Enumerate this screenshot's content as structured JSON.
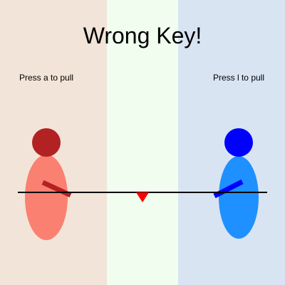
{
  "game": {
    "status_message": "Wrong Key!",
    "left_player": {
      "instruction": "Press a to pull",
      "head_color": "#b22222",
      "body_color": "#fa8072",
      "arm_color": "#b22222",
      "zone_color": "#f2e4d8"
    },
    "right_player": {
      "instruction": "Press l to pull",
      "head_color": "#0000ff",
      "body_color": "#1e90ff",
      "arm_color": "#0000ff",
      "zone_color": "#d8e4f2"
    },
    "center_zone_color": "#f0fdef",
    "rope_color": "#000000",
    "marker": {
      "icon": "triangle-down-icon",
      "color": "#ff0000"
    }
  }
}
